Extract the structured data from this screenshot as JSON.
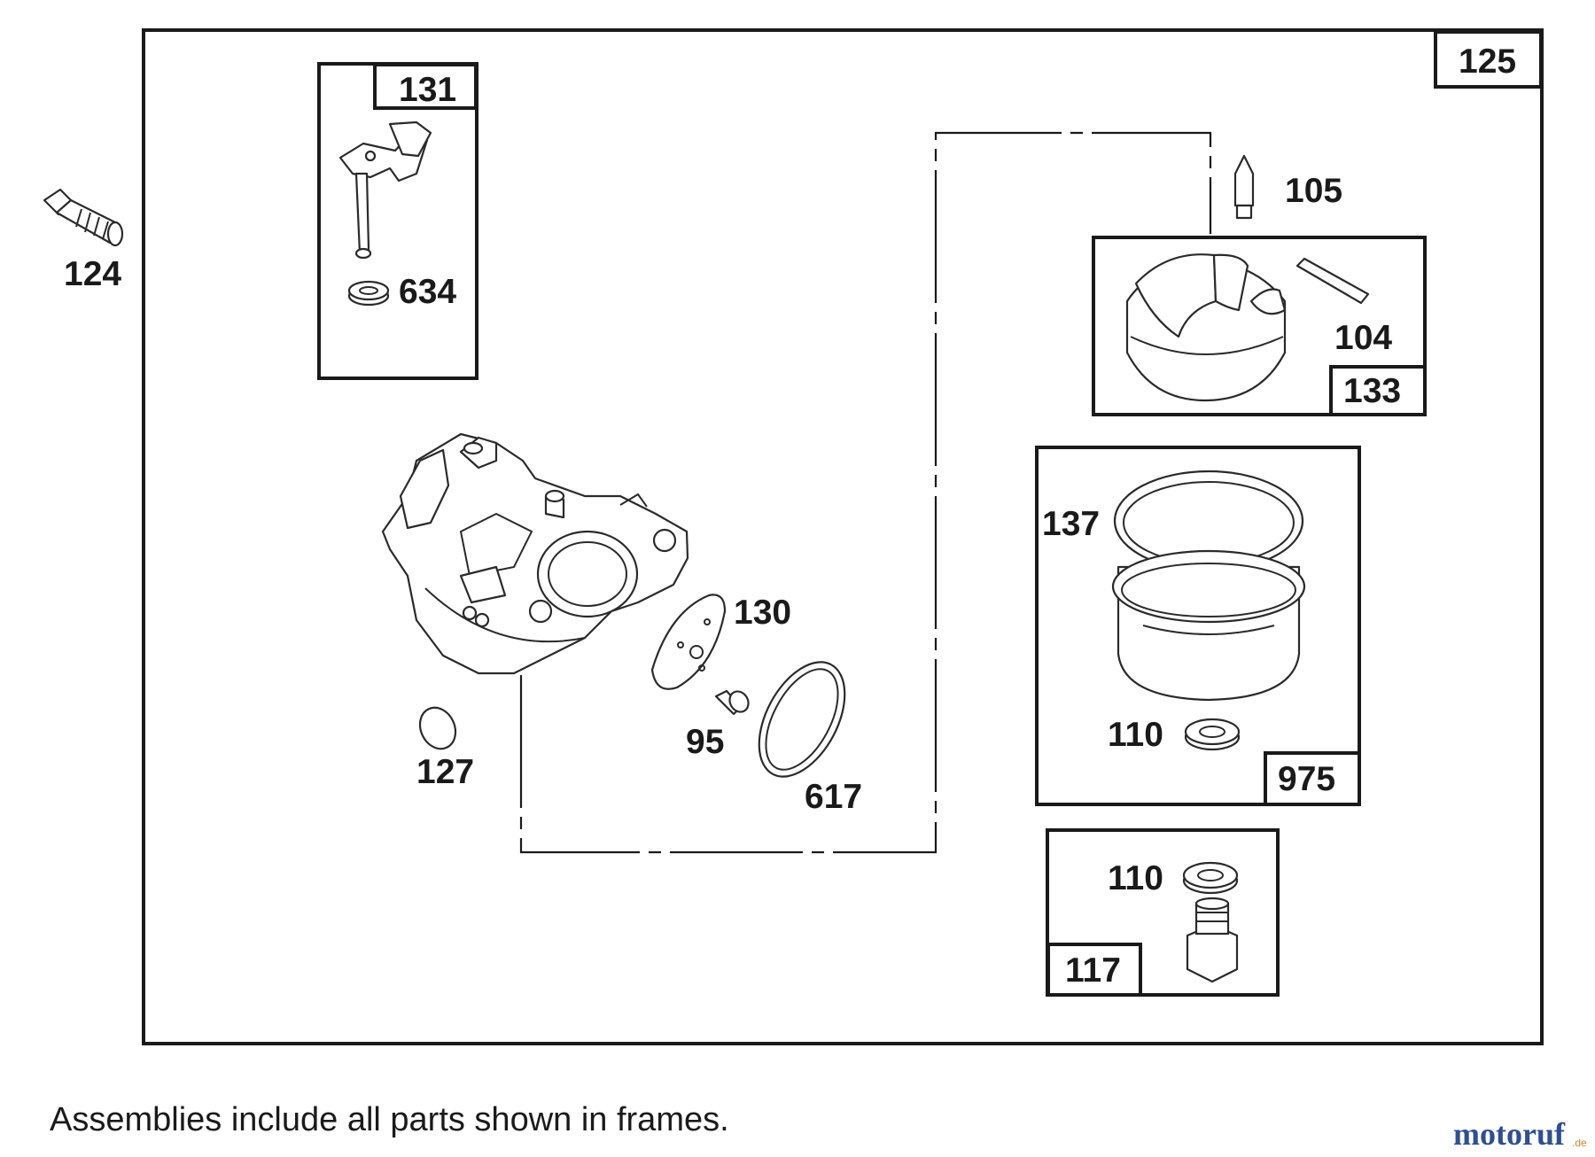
{
  "parts": {
    "p124": "124",
    "p125": "125",
    "p131": "131",
    "p634": "634",
    "p105": "105",
    "p104": "104",
    "p133": "133",
    "p137": "137",
    "p110a": "110",
    "p975": "975",
    "p130": "130",
    "p95": "95",
    "p127": "127",
    "p617": "617",
    "p110b": "110",
    "p117": "117"
  },
  "caption": "Assemblies include all parts shown in frames.",
  "watermark": {
    "brand": "motoruf",
    "tld": ".de",
    "color_main": "#2f4f8f",
    "color_accent": "#d9822b"
  }
}
